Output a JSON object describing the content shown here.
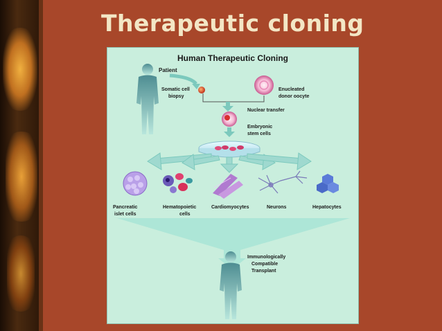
{
  "slide": {
    "title": "Therapeutic cloning"
  },
  "diagram": {
    "title": "Human Therapeutic Cloning",
    "patient": "Patient",
    "somatic": [
      "Somatic cell",
      "biopsy"
    ],
    "donor": [
      "Enucleated",
      "donor oocyte"
    ],
    "nuclear_transfer": "Nuclear transfer",
    "stem": [
      "Embryonic",
      "stem cells"
    ],
    "cells": {
      "pancreatic": [
        "Pancreatic",
        "islet cells"
      ],
      "hematopoietic": [
        "Hematopoietic",
        "cells"
      ],
      "cardio": "Cardiomyocytes",
      "neurons": "Neurons",
      "hepatocytes": "Hepatocytes"
    },
    "transplant": [
      "Immunologically",
      "Compatible",
      "Transplant"
    ]
  },
  "colors": {
    "background": "#a8472a",
    "title": "#f3e6c5",
    "panel": "#c9eedd",
    "figure": "#5f9a9a",
    "arrow": "#9fd9cf"
  }
}
